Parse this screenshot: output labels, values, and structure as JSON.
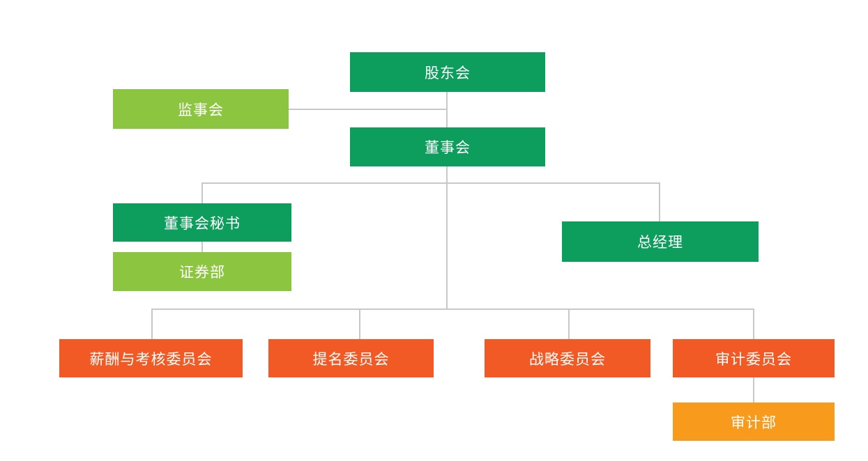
{
  "diagram": {
    "type": "org-chart",
    "language": "zh-CN",
    "nodes": {
      "shareholders": {
        "label": "股东会",
        "color_role": "dark_green"
      },
      "supervisory": {
        "label": "监事会",
        "color_role": "light_green"
      },
      "board": {
        "label": "董事会",
        "color_role": "dark_green"
      },
      "board_secretary": {
        "label": "董事会秘书",
        "color_role": "dark_green"
      },
      "securities_dept": {
        "label": "证券部",
        "color_role": "light_green"
      },
      "general_manager": {
        "label": "总经理",
        "color_role": "dark_green"
      },
      "remuneration_committee": {
        "label": "薪酬与考核委员会",
        "color_role": "orange"
      },
      "nomination_committee": {
        "label": "提名委员会",
        "color_role": "orange"
      },
      "strategy_committee": {
        "label": "战略委员会",
        "color_role": "orange"
      },
      "audit_committee": {
        "label": "审计委员会",
        "color_role": "orange"
      },
      "audit_dept": {
        "label": "审计部",
        "color_role": "amber"
      }
    },
    "edges": [
      {
        "from": "shareholders",
        "to": "board"
      },
      {
        "from": "supervisory",
        "to": "shareholders_board_connector"
      },
      {
        "from": "board",
        "to": "board_secretary"
      },
      {
        "from": "board",
        "to": "general_manager"
      },
      {
        "from": "board_secretary",
        "to": "securities_dept"
      },
      {
        "from": "board",
        "to": "remuneration_committee"
      },
      {
        "from": "board",
        "to": "nomination_committee"
      },
      {
        "from": "board",
        "to": "strategy_committee"
      },
      {
        "from": "board",
        "to": "audit_committee"
      },
      {
        "from": "audit_committee",
        "to": "audit_dept"
      }
    ],
    "colors": {
      "dark_green": "#0D9D5C",
      "light_green": "#8CC540",
      "orange": "#F15A25",
      "amber": "#F89B1C",
      "connector_gray": "#C8C8C8",
      "text": "#FFFFFF",
      "background": "#FFFFFF"
    }
  }
}
